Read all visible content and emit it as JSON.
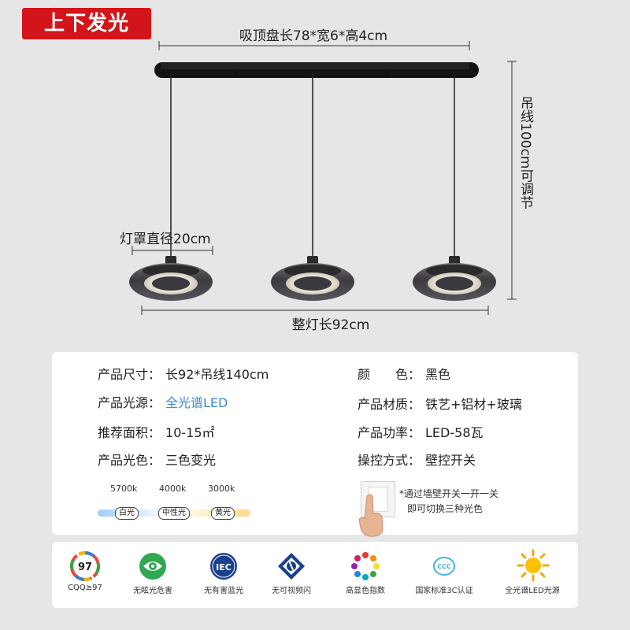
{
  "badge": {
    "text": "上下发光"
  },
  "dimensions": {
    "top": "吸顶盘长78*宽6*高4cm",
    "diameter": "灯罩直径20cm",
    "bottom": "整灯长92cm",
    "cable": "吊线100cm可调节"
  },
  "specs": {
    "size": {
      "label": "产品尺寸：",
      "value": "长92*吊线140cm"
    },
    "source": {
      "label": "产品光源：",
      "value": "全光谱LED"
    },
    "area": {
      "label": "推荐面积：",
      "value": "10-15㎡"
    },
    "lightcolor": {
      "label": "产品光色：",
      "value": "三色变光"
    },
    "color": {
      "label": "颜　　色：",
      "value": "黑色"
    },
    "material": {
      "label": "产品材质：",
      "value": "铁艺+铝材+玻璃"
    },
    "power": {
      "label": "产品功率：",
      "value": "LED-58瓦"
    },
    "control": {
      "label": "操控方式：",
      "value": "壁控开关"
    }
  },
  "color_temps": [
    {
      "kelvin": "5700k",
      "name": "白光"
    },
    {
      "kelvin": "4000k",
      "name": "中性光"
    },
    {
      "kelvin": "3000k",
      "name": "黄光"
    }
  ],
  "switch_note": {
    "line1": "*通过墙壁开关一开一关",
    "line2": "即可切换三种光色"
  },
  "features": [
    {
      "icon": "cqq-97-icon",
      "badge": "97",
      "label": "CQQ≥97"
    },
    {
      "icon": "anti-glare-eye-icon",
      "label": "无眩光危害"
    },
    {
      "icon": "iec-icon",
      "badge": "IEC",
      "label": "无有害蓝光"
    },
    {
      "icon": "no-flicker-icon",
      "label": "无可视频闪"
    },
    {
      "icon": "color-index-icon",
      "label": "高显色指数"
    },
    {
      "icon": "ccc-icon",
      "badge": "CCC",
      "label": "国家标准3C认证"
    },
    {
      "icon": "sun-icon",
      "label": "全光谱LED光源"
    }
  ],
  "colors": {
    "badge_red": "#d4141b",
    "accent_blue": "#3a8ad8"
  }
}
